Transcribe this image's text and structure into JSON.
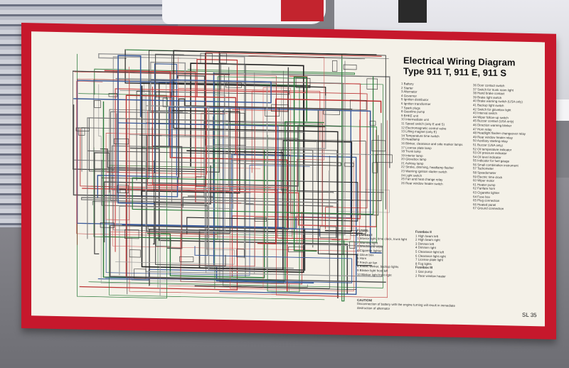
{
  "poster": {
    "title_line1": "Electrical Wiring Diagram",
    "title_line2": "Type 911 T, 911 E, 911 S",
    "code": "SL 35",
    "colors": {
      "frame": "#c6182c",
      "paper": "#f4f1e8"
    }
  },
  "legend_left": [
    "1 Battery",
    "2 Starter",
    "3 Alternator",
    "4 Governor",
    "5 Ignition distributor",
    "6 Ignition transformer",
    "7 Spark plugs",
    "8 Gasoline pump",
    "9 BHKE unit",
    "10 Intermediate unit",
    "11 Speed switch (only E and S)",
    "12 Electromagnetic control valve",
    "13 Lifting magnet (only E)",
    "14 Temperature time switch",
    "15 Headlamp",
    "16 Blinker, clearance and side marker lamps",
    "17 License plate lamp",
    "18 Trunk lamp",
    "19 Interior lamp",
    "20 Glovebox lamp",
    "21 Ashtray lamp",
    "22 Stroke, dimming, headlamp flasher",
    "23 Warning ignition starter switch",
    "24 Light switch",
    "25 Fan and heat change relay",
    "26 Rear window heater switch"
  ],
  "legend_right": [
    "36 Door contact switch",
    "37 Switch for trunk room light",
    "38 Hand brake contact",
    "39 Brake light switch",
    "40 Brake warning switch (USA only)",
    "41 Backup light switch",
    "42 Switch for glovebox light",
    "43 Interval switch",
    "44 Wiper follow-up switch",
    "45 Buzzer contact (USA only)",
    "46 Direction warning blinker",
    "47 Horn relay",
    "48 Headlight flasher changeover relay",
    "49 Rear window heater relay",
    "50 Auxiliary starting relay",
    "51 Buzzer (USA only)",
    "52 Oil temperature indicator",
    "53 Oil pressure indicator",
    "54 Oil level indicator",
    "55 Indicator for fuel gauge",
    "56 Small combination instrument",
    "57 Tachometer",
    "58 Speedometer",
    "59 Electric time clock",
    "60 Wiper motor",
    "61 Heater pump",
    "62 Fanfare horn",
    "63 Cigarette lighter",
    "64 Fuse box",
    "65 Plug connection",
    "66 Heated panel",
    "67 Ground connection"
  ],
  "fuses": {
    "heading": "FUSES:",
    "box1_title": "Fusebox I",
    "box1": [
      "1 Interior light, time clock, trunk light",
      "2 Warning light",
      "3 Windshield wiper",
      "4 Cigarette lighter",
      "5 Glove box",
      "6 Horn",
      "7 Fresh air fan",
      "8 Brake, blinker, backup lights",
      "9 Blinker light front left",
      "10 Blinker light front right"
    ],
    "box2_title": "Fusebox II",
    "box2": [
      "1 High beam left",
      "2 High beam right",
      "3 Dimmer left",
      "4 Dimmer right",
      "5 Clearance light left",
      "6 Clearance light right",
      "7 License plate light",
      "8 Fog lights"
    ],
    "box3_title": "Fusebox III",
    "box3": [
      "1 Gas pump",
      "2 Rear window heater"
    ]
  },
  "caution": {
    "heading": "CAUTION!",
    "text": "Disconnection of battery with the engine turning will result in immediate destruction of alternator"
  }
}
